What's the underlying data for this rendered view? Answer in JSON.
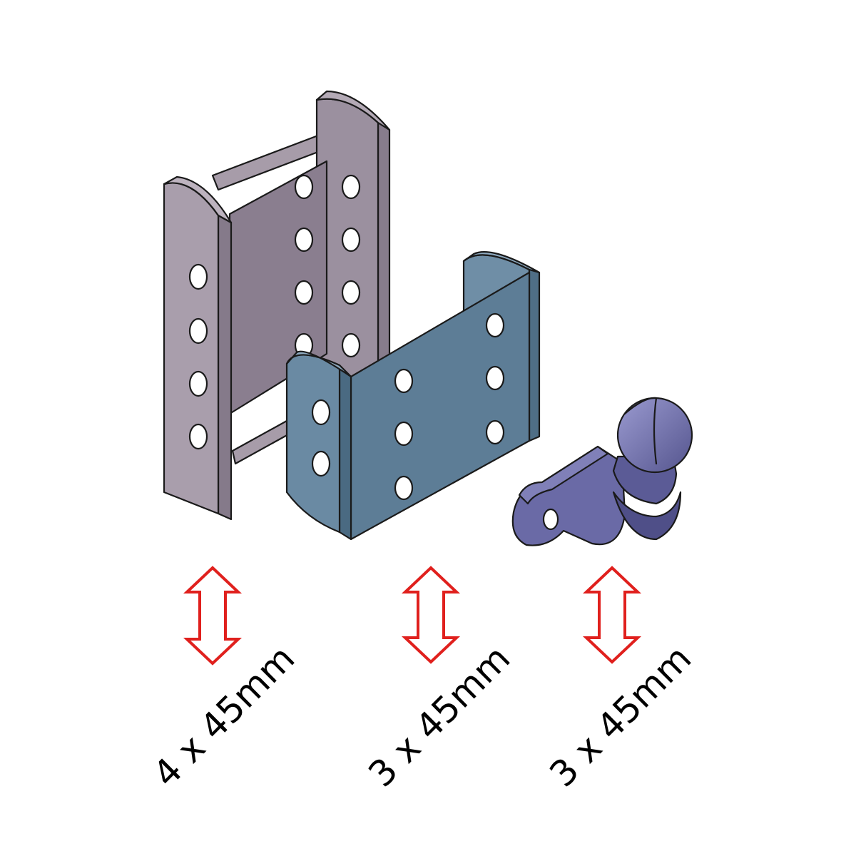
{
  "parts": [
    {
      "id": "vertical-bracket",
      "label": "4 x 45mm",
      "color": "#9a8f9e"
    },
    {
      "id": "mounting-plate",
      "label": "3 x 45mm",
      "color": "#5f7f98"
    },
    {
      "id": "tow-ball",
      "label": "3 x 45mm",
      "color": "#6a6aa4"
    }
  ],
  "arrow_color": "#e0201d"
}
